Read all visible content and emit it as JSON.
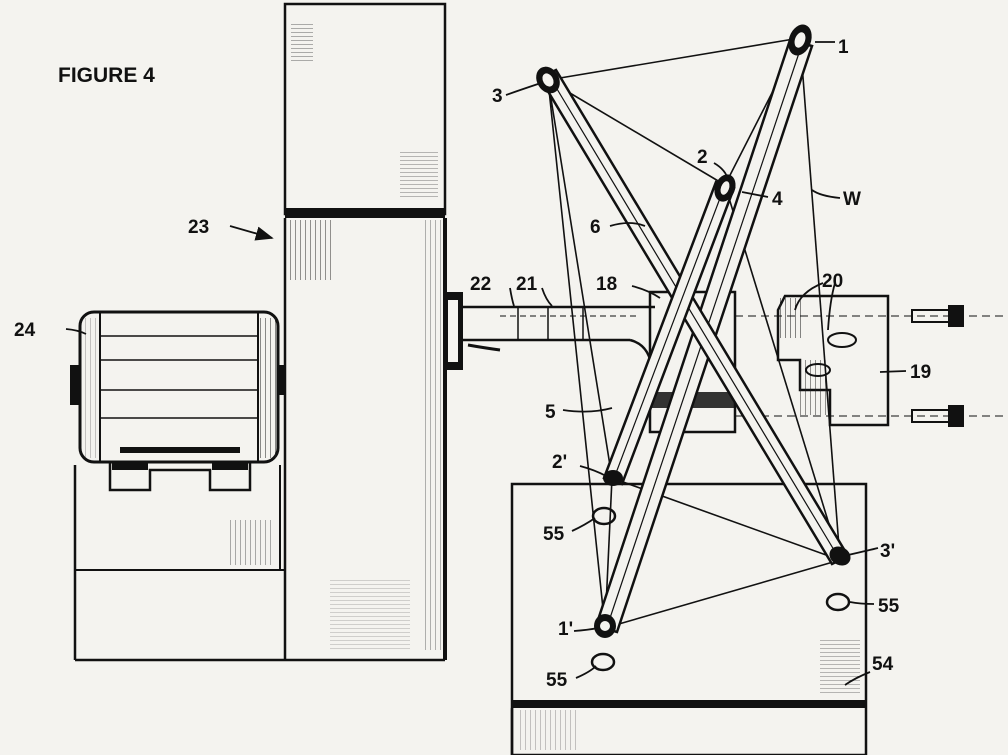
{
  "figure": {
    "title": "FIGURE 4"
  },
  "labels": {
    "l1": "1",
    "l1p": "1'",
    "l2": "2",
    "l2p": "2'",
    "l3": "3",
    "l3p": "3'",
    "l4": "4",
    "l5": "5",
    "l6": "6",
    "l18": "18",
    "l19": "19",
    "l20": "20",
    "l21": "21",
    "l22": "22",
    "l23": "23",
    "l24": "24",
    "l54": "54",
    "l55a": "55",
    "l55b": "55",
    "l55c": "55",
    "lW": "W"
  }
}
